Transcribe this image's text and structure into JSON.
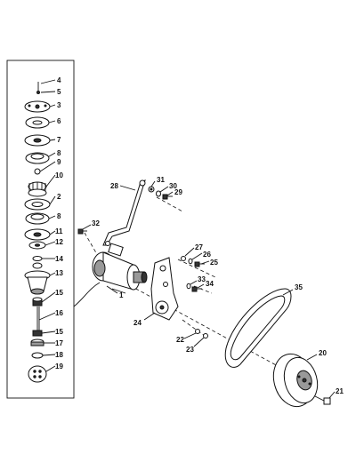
{
  "labels": {
    "l1": "1",
    "l2": "2",
    "l3": "3",
    "l4": "4",
    "l5": "5",
    "l6": "6",
    "l7": "7",
    "l8a": "8",
    "l8b": "8",
    "l9": "9",
    "l10": "10",
    "l11": "11",
    "l12": "12",
    "l13": "13",
    "l14": "14",
    "l15a": "15",
    "l15b": "15",
    "l16": "16",
    "l17": "17",
    "l18": "18",
    "l19": "19",
    "l20": "20",
    "l21": "21",
    "l22": "22",
    "l23": "23",
    "l24": "24",
    "l25": "25",
    "l26": "26",
    "l27": "27",
    "l28": "28",
    "l29": "29",
    "l30": "30",
    "l31": "31",
    "l32": "32",
    "l33": "33",
    "l34": "34",
    "l35": "35"
  }
}
